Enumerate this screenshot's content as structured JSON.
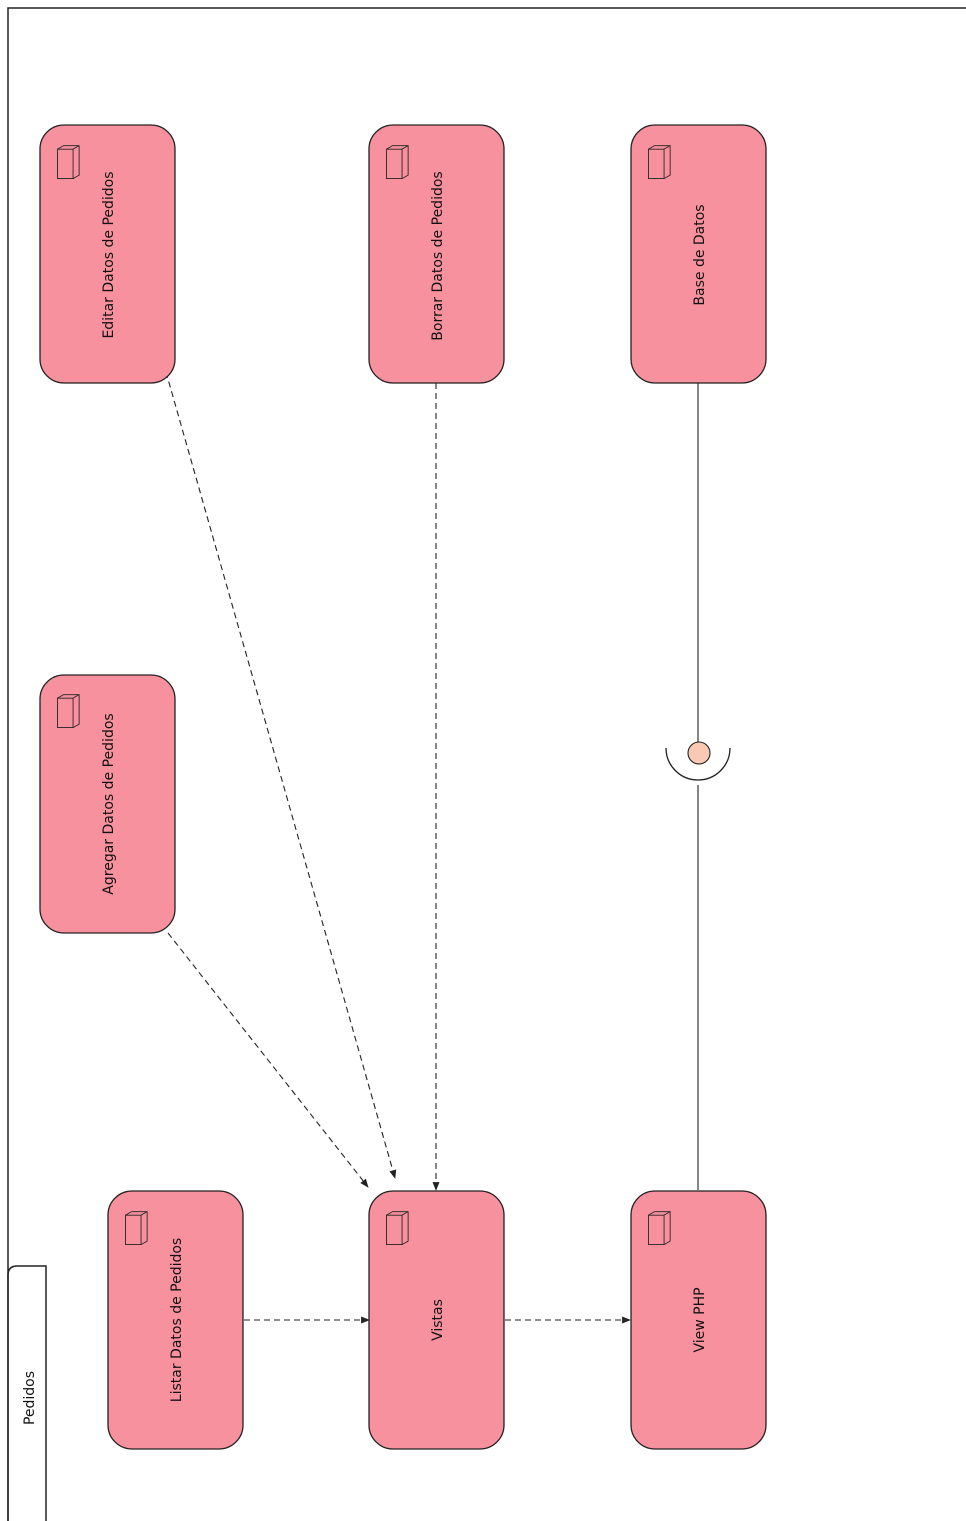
{
  "package": {
    "name": "Pedidos"
  },
  "components": {
    "editar": {
      "label": "Editar Datos de Pedidos"
    },
    "borrar": {
      "label": "Borrar Datos de Pedidos"
    },
    "base": {
      "label": "Base de Datos"
    },
    "agregar": {
      "label": "Agregar Datos de Pedidos"
    },
    "listar": {
      "label": "Listar Datos de Pedidos"
    },
    "vistas": {
      "label": "Vistas"
    },
    "viewphp": {
      "label": "View PHP"
    }
  },
  "colors": {
    "component_fill": "#f7919e",
    "interface_ball": "#f9c9b3",
    "line": "#222222"
  }
}
